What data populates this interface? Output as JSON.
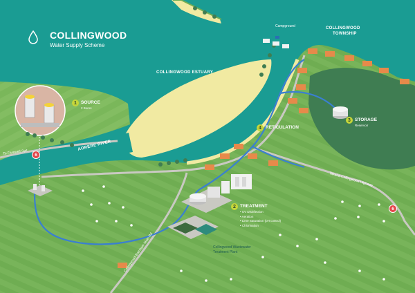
{
  "header": {
    "title": "COLLINGWOOD",
    "subtitle": "Water Supply Scheme",
    "icon": "water-drop-icon"
  },
  "labels": {
    "estuary": "COLLINGWOOD ESTUARY",
    "township_line1": "COLLINGWOOD",
    "township_line2": "TOWNSHIP",
    "campground": "Campground",
    "river": "AORERE RIVER",
    "farewell_spit": "To Farewell Spit",
    "highway": "Takaka-Collingwood Highway",
    "bainham_road": "Collingwood-Bainham Main Rd",
    "wwtp_line1": "Collingwood Wastewater",
    "wwtp_line2": "Treatment Plant"
  },
  "steps": {
    "source": {
      "number": "1",
      "title": "SOURCE",
      "sub": "2 Bores"
    },
    "treatment": {
      "number": "2",
      "title": "TREATMENT",
      "items": [
        "UV Disinfection",
        "Aeration",
        "Lime Saturation (pH control)",
        "Chlorination"
      ]
    },
    "storage": {
      "number": "3",
      "title": "STORAGE",
      "sub": "Reservoir"
    },
    "reticulation": {
      "number": "4",
      "title": "RETICULATION"
    }
  },
  "route_badges": {
    "left": "6",
    "right": "6"
  },
  "colors": {
    "water": "#1a9c93",
    "sand": "#f1eaa2",
    "grass": "#78b457",
    "hill": "#3f7d52",
    "pipe": "#3a7fd1",
    "road": "#c9c9c2",
    "accent": "#c6d63a",
    "route_badge": "#e4474a"
  }
}
